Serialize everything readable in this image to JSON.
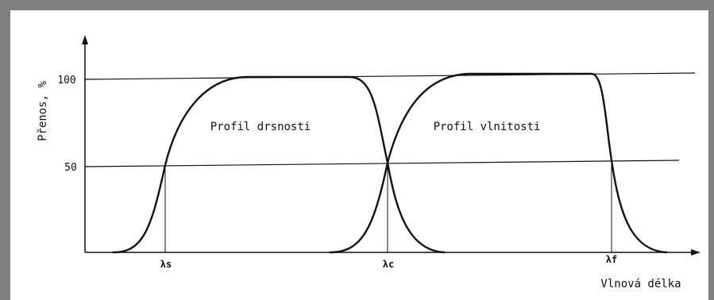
{
  "y_axis": {
    "label": "Přenos, %",
    "ticks": [
      {
        "value": "100"
      },
      {
        "value": "50"
      }
    ]
  },
  "x_axis": {
    "label": "Vlnová délka",
    "ticks": [
      {
        "label": "λs"
      },
      {
        "label": "λc"
      },
      {
        "label": "λf"
      }
    ]
  },
  "regions": [
    {
      "label": "Profil drsnosti"
    },
    {
      "label": "Profil vlnitosti"
    }
  ],
  "colors": {
    "frame": "#808080",
    "ink": "#111111",
    "background": "#ffffff"
  }
}
